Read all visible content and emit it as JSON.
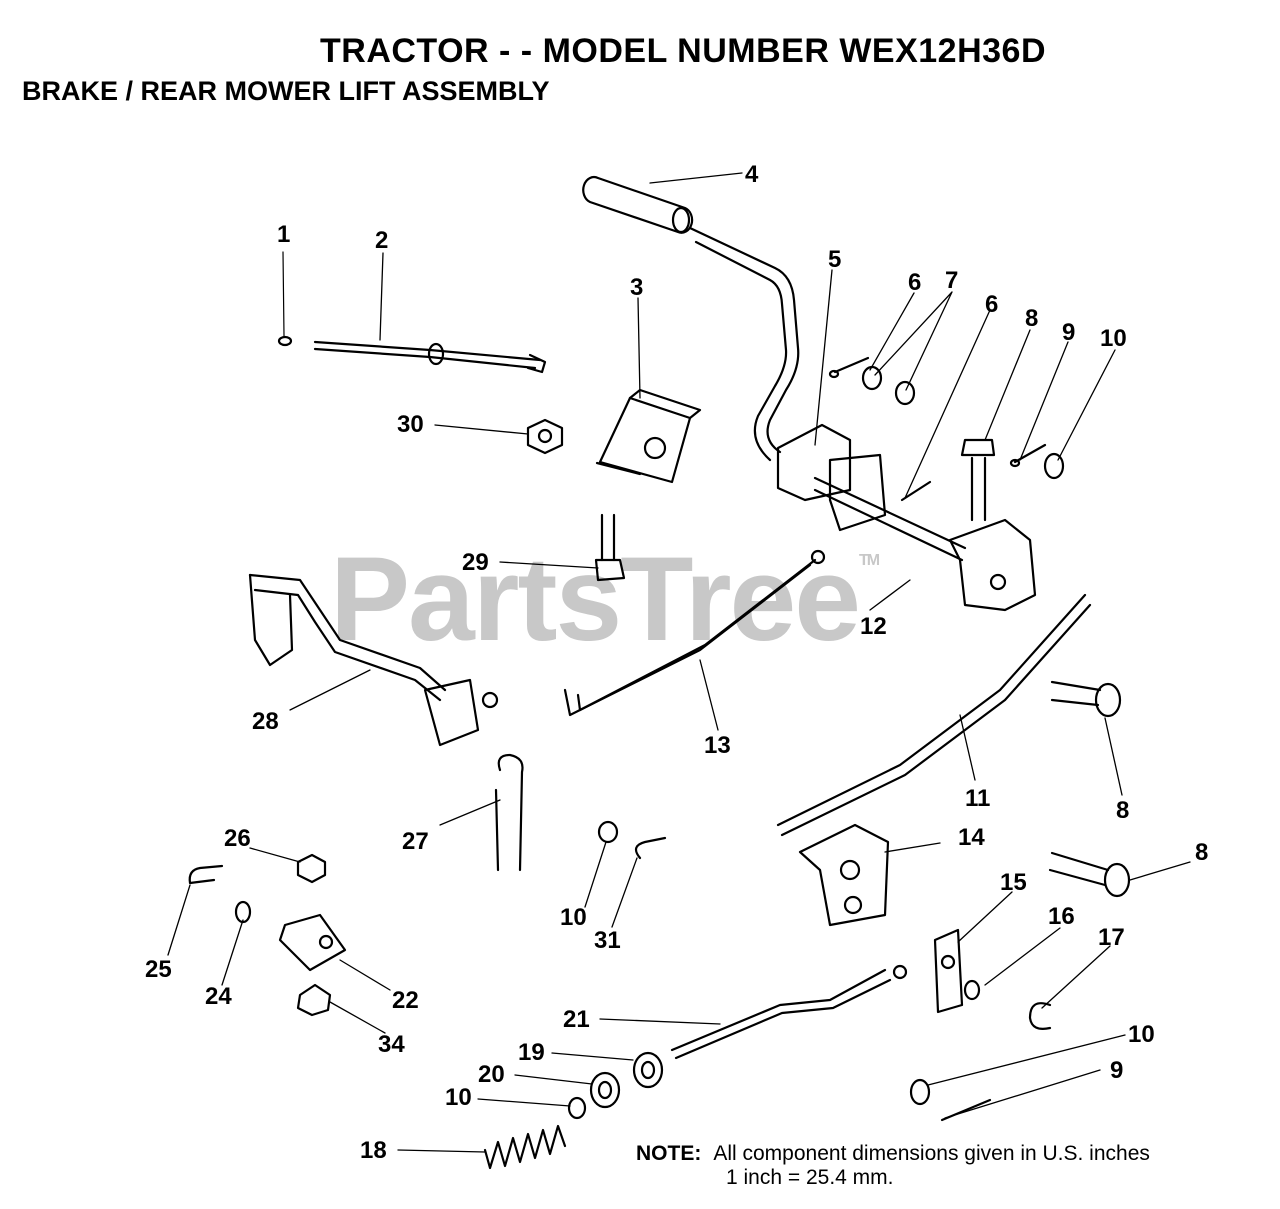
{
  "title": "TRACTOR - - MODEL NUMBER WEX12H36D",
  "subtitle": "BRAKE / REAR MOWER LIFT ASSEMBLY",
  "watermark": "PartsTree",
  "watermark_tm": "TM",
  "note": {
    "label": "NOTE:",
    "line1": "All component dimensions given in U.S. inches",
    "line2": "1 inch = 25.4 mm."
  },
  "callouts": [
    "1",
    "2",
    "3",
    "4",
    "5",
    "6",
    "7",
    "6",
    "8",
    "9",
    "10",
    "30",
    "29",
    "12",
    "28",
    "13",
    "11",
    "8",
    "27",
    "26",
    "14",
    "8",
    "15",
    "16",
    "17",
    "25",
    "24",
    "22",
    "10",
    "31",
    "34",
    "21",
    "10",
    "19",
    "20",
    "10",
    "9",
    "18"
  ]
}
